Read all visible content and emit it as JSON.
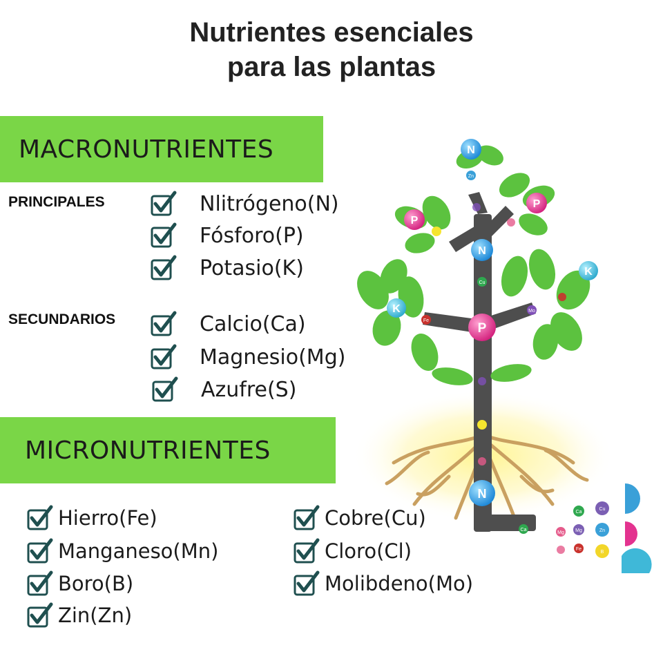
{
  "title": {
    "line1": "Nutrientes esenciales",
    "line2": "para las plantas"
  },
  "macro": {
    "heading": "MACRONUTRIENTES",
    "principales": {
      "label": "PRINCIPALES",
      "items": [
        "Nlitrógeno(N)",
        "Fósforo(P)",
        "Potasio(K)"
      ]
    },
    "secundarios": {
      "label": "SECUNDARIOS",
      "items": [
        "Calcio(Ca)",
        "Magnesio(Mg)",
        "Azufre(S)"
      ]
    }
  },
  "micro": {
    "heading": "MICRONUTRIENTES",
    "left_items": [
      "Hierro(Fe)",
      "Manganeso(Mn)",
      "Boro(B)",
      "Zin(Zn)"
    ],
    "right_items": [
      "Cobre(Cu)",
      "Cloro(Cl)",
      "Molibdeno(Mo)"
    ]
  },
  "plant": {
    "nodes": [
      "N",
      "P",
      "P",
      "N",
      "K",
      "K",
      "P",
      "N"
    ],
    "small_tags": [
      "Zn",
      "Fe",
      "Cu",
      "Mo",
      "Mg",
      "Ca",
      "Mg",
      "Zn",
      "Fe",
      "B",
      "Cu",
      "Ca"
    ]
  },
  "colors": {
    "banner": "#7ad647",
    "check": "#1f4f4f",
    "nitrogen": "#2f9fe6",
    "phosphorus": "#e3338f",
    "potassium": "#3fb8d8",
    "leaf": "#5cc23f",
    "stem": "#4e4e4e",
    "root": "#c9a060"
  }
}
